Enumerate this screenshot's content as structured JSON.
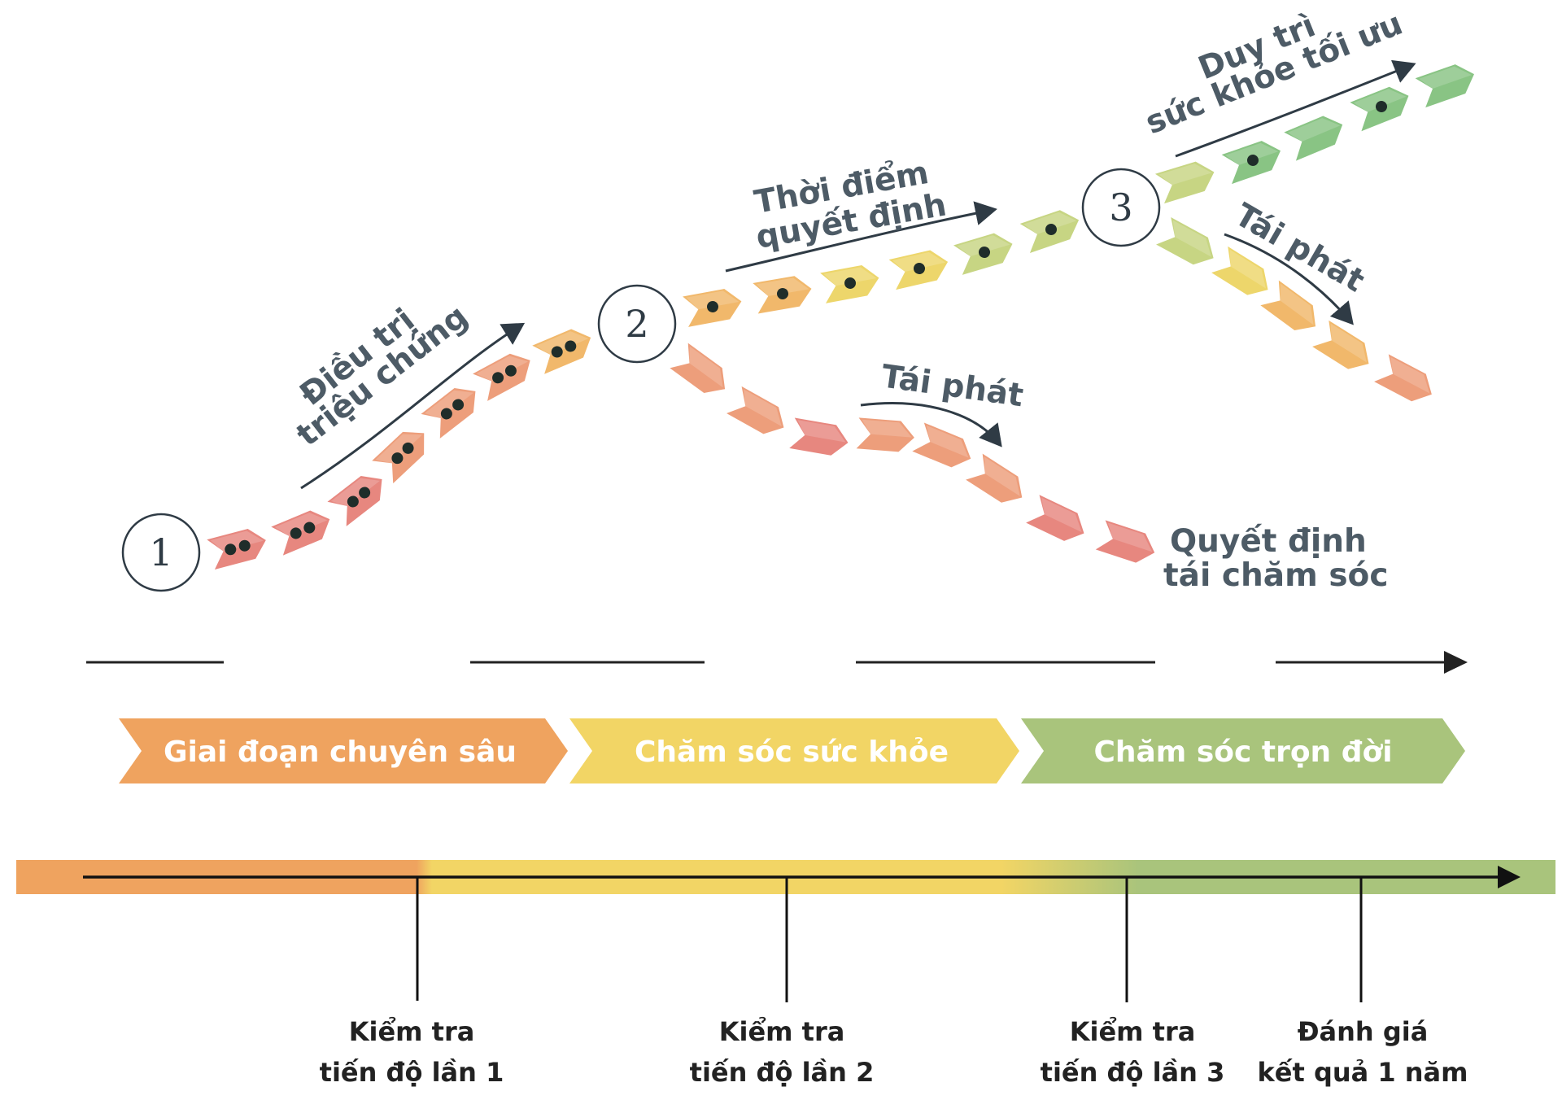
{
  "colors": {
    "red": "#e57d74",
    "salmon": "#ec9670",
    "orange": "#f0b25e",
    "yellow": "#ecd25e",
    "lime": "#c2d178",
    "green": "#7fbf7a",
    "phase_orange": "#efa35f",
    "phase_yellow": "#f2d565",
    "phase_green": "#a9c47c",
    "text": "#4d5b66",
    "arrow": "#2f3b45"
  },
  "nodes": [
    {
      "label": "1"
    },
    {
      "label": "2"
    },
    {
      "label": "3"
    }
  ],
  "path_labels": {
    "dieu_tri": {
      "line1": "Điều trị",
      "line2": "triệu chứng"
    },
    "thoi_diem": {
      "line1": "Thời điểm",
      "line2": "quyết định"
    },
    "duy_tri": {
      "line1": "Duy trì",
      "line2": "sức khỏe tối ưu"
    },
    "tai_phat_lower": "Tái phát",
    "tai_phat_upper": "Tái phát",
    "quyet_dinh": {
      "line1": "Quyết định",
      "line2": "tái chăm sóc"
    }
  },
  "phases": [
    {
      "label": "Giai đoạn chuyên sâu",
      "color": "#efa35f"
    },
    {
      "label": "Chăm sóc sức khỏe",
      "color": "#f2d565"
    },
    {
      "label": "Chăm sóc trọn đời",
      "color": "#a9c47c"
    }
  ],
  "milestones": [
    {
      "line1": "Kiểm tra",
      "line2": "tiến độ lần 1"
    },
    {
      "line1": "Kiểm tra",
      "line2": "tiến độ lần 2"
    },
    {
      "line1": "Kiểm tra",
      "line2": "tiến độ lần 3"
    },
    {
      "line1": "Đánh giá",
      "line2": "kết quả 1 năm"
    }
  ]
}
